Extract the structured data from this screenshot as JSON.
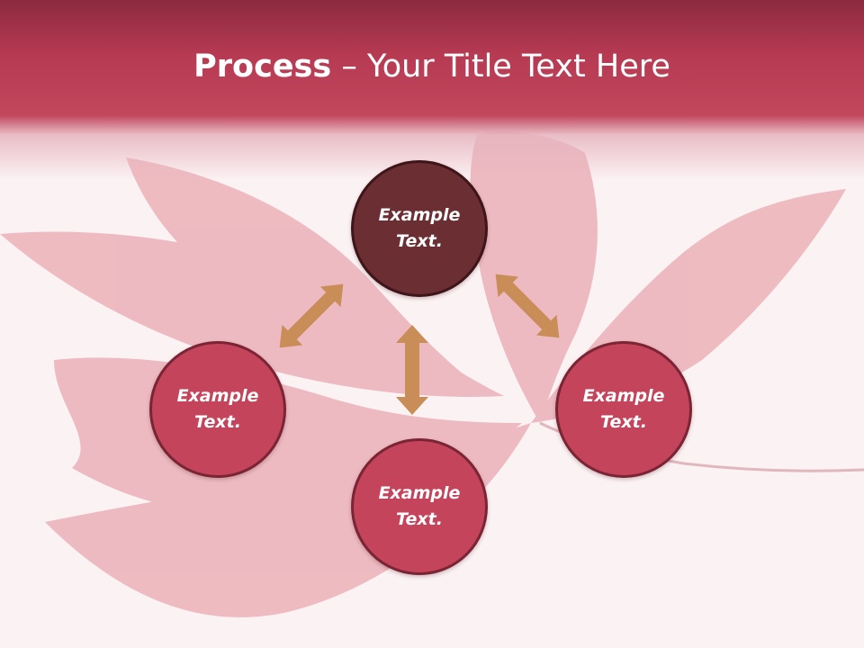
{
  "slide": {
    "title_bold": "Process",
    "title_separator": " – ",
    "title_rest": "Your Title Text Here"
  },
  "nodes": {
    "top": {
      "line1": "Example",
      "line2": "Text."
    },
    "left": {
      "line1": "Example",
      "line2": "Text."
    },
    "right": {
      "line1": "Example",
      "line2": "Text."
    },
    "bottom": {
      "line1": "Example",
      "line2": "Text."
    }
  },
  "colors": {
    "header": "#b53a52",
    "node_center": "#6b2e32",
    "node_outer": "#c4445c",
    "arrow": "#c98e58",
    "background": "#fbf2f4"
  },
  "icons": [
    "leaf-background",
    "double-arrow-icon"
  ]
}
